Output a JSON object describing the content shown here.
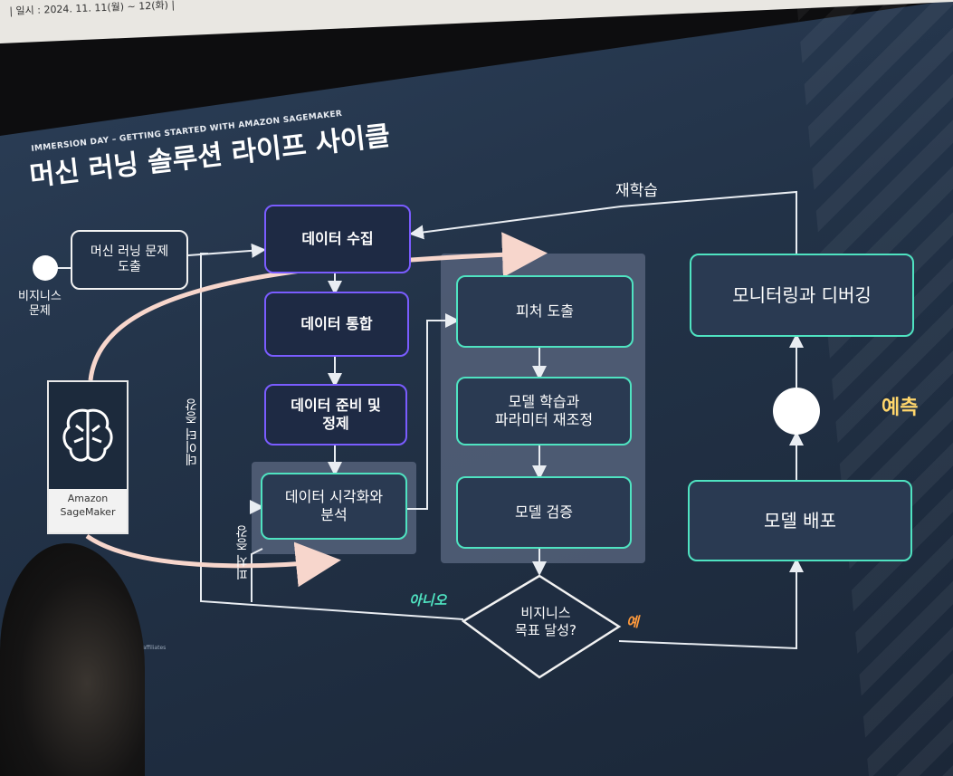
{
  "banner": {
    "text": "| 일시 : 2024. 11. 11(월) ~ 12(화) |"
  },
  "slide": {
    "subtitle": "IMMERSION DAY – GETTING STARTED WITH AMAZON SAGEMAKER",
    "title": "머신 러닝 솔루션 라이프 사이클",
    "copyright": "…, Inc. or its affiliates"
  },
  "nodes": {
    "business_problem": "비지니스\n문제",
    "ml_problem": "머신 러닝 문제\n도출",
    "data_collect": "데이터 수집",
    "data_integrate": "데이터 통합",
    "data_prep": "데이터 준비 및\n정제",
    "data_viz": "데이터 시각화와\n분석",
    "feature": "피처 도출",
    "train": "모델 학습과\n파라미터 재조정",
    "validate": "모델 검증",
    "decision": "비지니스\n목표 달성?",
    "deploy": "모델 배포",
    "monitor": "모니터링과 디버깅"
  },
  "labels": {
    "retrain": "재학습",
    "predict": "예측",
    "no": "아니오",
    "yes": "예",
    "data_augment": "데이터 증강",
    "feature_augment": "피처 증강"
  },
  "logo": {
    "name": "Amazon\nSageMaker"
  },
  "colors": {
    "purple_border": "#7a5cff",
    "teal_border": "#4fe3c1",
    "no_label": "#4fe3c1",
    "yes_label": "#ff9a3c",
    "predict_label": "#ffd66b"
  }
}
